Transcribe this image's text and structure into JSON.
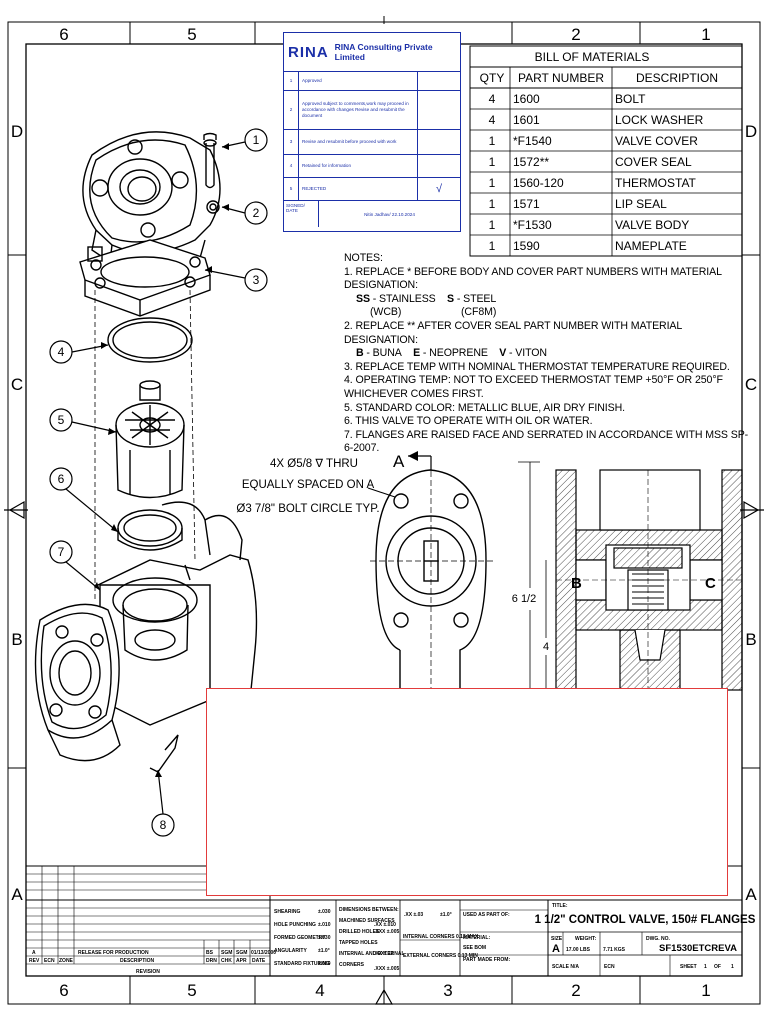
{
  "sheet": {
    "zones_top": [
      "6",
      "5",
      "2",
      "1"
    ],
    "zones_bottom": [
      "6",
      "5",
      "4",
      "3",
      "2",
      "1"
    ],
    "zones_side": [
      "D",
      "C",
      "B",
      "A"
    ]
  },
  "approval_stamp": {
    "logo": "RINA",
    "company": "RINA Consulting Private Limited",
    "rows": [
      {
        "num": "1",
        "text": "Approved",
        "check": ""
      },
      {
        "num": "2",
        "text": "Approved subject to comments,work may proceed in accordance with changes Revise and resubmit the document",
        "check": ""
      },
      {
        "num": "3",
        "text": "Revise and resubmit before proceed with work",
        "check": ""
      },
      {
        "num": "4",
        "text": "Retained for information",
        "check": ""
      },
      {
        "num": "5",
        "text": "REJECTED",
        "check": "√"
      }
    ],
    "signed_label": "SIGNED/ DATE",
    "signed_value": "Nitin Jadhav/ 22.10.2024"
  },
  "bom": {
    "title": "BILL OF MATERIALS",
    "headers": [
      "QTY",
      "PART NUMBER",
      "DESCRIPTION"
    ],
    "rows": [
      [
        "4",
        "1600",
        "BOLT"
      ],
      [
        "4",
        "1601",
        "LOCK WASHER"
      ],
      [
        "1",
        "*F1540",
        "VALVE COVER"
      ],
      [
        "1",
        "1572**",
        "COVER SEAL"
      ],
      [
        "1",
        "1560-120",
        "THERMOSTAT"
      ],
      [
        "1",
        "1571",
        "LIP SEAL"
      ],
      [
        "1",
        "*F1530",
        "VALVE BODY"
      ],
      [
        "1",
        "1590",
        "NAMEPLATE"
      ]
    ]
  },
  "notes": {
    "title": "NOTES:",
    "n1": "1. REPLACE * BEFORE BODY AND COVER PART NUMBERS WITH MATERIAL DESIGNATION:",
    "n1_ss": "SS",
    "n1_ss_text": " - STAINLESS",
    "n1_s": "S",
    "n1_s_text": " - STEEL",
    "n1_sub": "(WCB)                     (CF8M)",
    "n2": "2. REPLACE ** AFTER COVER SEAL PART NUMBER WITH MATERIAL DESIGNATION:",
    "n2_b": "B",
    "n2_b_text": " - BUNA",
    "n2_e": "E",
    "n2_e_text": " - NEOPRENE",
    "n2_v": "V",
    "n2_v_text": " - VITON",
    "n3": "3. REPLACE TEMP WITH NOMINAL THERMOSTAT TEMPERATURE REQUIRED.",
    "n4": "4. OPERATING TEMP: NOT TO EXCEED THERMOSTAT TEMP +50°F OR 250°F WHICHEVER COMES FIRST.",
    "n5": "5. STANDARD COLOR: METALLIC BLUE, AIR DRY FINISH.",
    "n6": "6. THIS VALVE TO OPERATE WITH OIL OR WATER.",
    "n7": "7. FLANGES ARE RAISED FACE AND SERRATED IN ACCORDANCE WITH MSS SP-6-2007."
  },
  "callouts": [
    "1",
    "2",
    "3",
    "4",
    "5",
    "6",
    "7",
    "8"
  ],
  "annotations": {
    "holes_1": "4X Ø5/8 ∇ THRU",
    "holes_2": "EQUALLY SPACED ON A",
    "holes_3": "Ø3 7/8\" BOLT CIRCLE TYP.",
    "section": "A",
    "dim_overall": "6 1/2",
    "dim_partial": "4",
    "label_b": "B",
    "label_c": "C"
  },
  "title_block": {
    "revision_row": [
      "A",
      "RELEASE FOR PRODUCTION",
      "BS",
      "SGM",
      "SGM",
      "01/13/2000"
    ],
    "revision_headers": [
      "REV",
      "ECN",
      "ZONE",
      "DESCRIPTION",
      "DRN",
      "CHK",
      "APR",
      "DATE"
    ],
    "revision_label": "REVISION",
    "tolerance_items": [
      "SHEARING",
      "HOLE PUNCHING",
      "FORMED GEOMETRY",
      "ANGULARITY",
      "STANDARD FIXTURING"
    ],
    "tolerance_values": [
      "±.030",
      "±.010",
      "±.030",
      "±1.0°",
      "±.060"
    ],
    "machining_items": [
      "DIMENSIONS BETWEEN:",
      "MACHINED SURFACES",
      "DRILLED HOLES",
      "TAPPED HOLES",
      "INTERNAL AND EXTERNAL",
      "CORNERS"
    ],
    "machining_values": [
      ".XX ±.010",
      ".XXX ±.005",
      ".XX ±.03",
      "±1.0°",
      ".XX ±.02",
      ".XXX ±.005"
    ],
    "corners_internal": "INTERNAL CORNERS 0.13 MAX",
    "corners_external": "EXTERNAL CORNERS 0.13 MIN",
    "used_as_part_of": "USED AS PART OF:",
    "material_label": "MATERIAL:",
    "material_value": "SEE BOM",
    "part_made_from": "PART MADE FROM:",
    "title_label": "TITLE:",
    "title": "1 1/2\" CONTROL VALVE, 150# FLANGES",
    "size_label": "SIZE",
    "size": "A",
    "weight_label": "WEIGHT:",
    "weight_1": "17.00 LBS",
    "weight_2": "7.71 KGS",
    "dwg_label": "DWG. NO.",
    "dwg_no": "SF1530ETCREVA",
    "scale_label": "SCALE N/A",
    "ecn_label": "ECN",
    "sheet_label": "SHEET",
    "sheet_num": "1",
    "sheet_of": "OF",
    "sheet_total": "1"
  }
}
